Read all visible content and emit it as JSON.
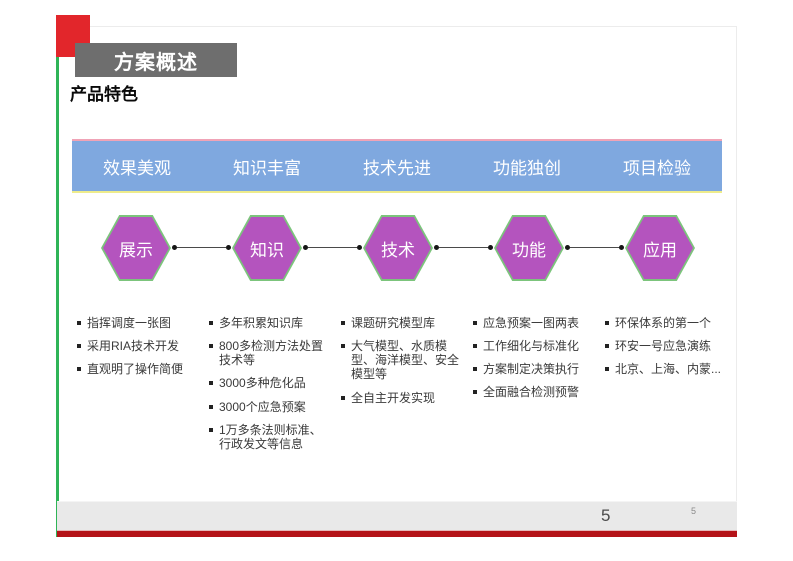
{
  "slide": {
    "title_box": "方案概述",
    "subtitle": "产品特色",
    "page_number": "5",
    "page_number_small": "5"
  },
  "columns": [
    {
      "header": "效果美观",
      "hex": "展示",
      "bullets": [
        "指挥调度一张图",
        "采用RIA技术开发",
        "直观明了操作简便"
      ]
    },
    {
      "header": "知识丰富",
      "hex": "知识",
      "bullets": [
        "多年积累知识库",
        "800多检测方法处置技术等",
        "3000多种危化品",
        "3000个应急预案",
        "1万多条法则标准、行政发文等信息"
      ]
    },
    {
      "header": "技术先进",
      "hex": "技术",
      "bullets": [
        "课题研究模型库",
        "大气模型、水质模型、海洋模型、安全模型等",
        "全自主开发实现"
      ]
    },
    {
      "header": "功能独创",
      "hex": "功能",
      "bullets": [
        "应急预案一图两表",
        "工作细化与标准化",
        "方案制定决策执行",
        "全面融合检测预警"
      ]
    },
    {
      "header": "项目检验",
      "hex": "应用",
      "bullets": [
        "环保体系的第一个",
        "环安一号应急演练",
        "北京、上海、内蒙..."
      ]
    }
  ],
  "colors": {
    "accent_green": "#2fb457",
    "accent_red_square": "#e2262b",
    "title_box_gray": "#6e6e6e",
    "header_bar_blue": "#7fa8df",
    "header_bar_top_pink": "#f0a3b6",
    "header_bar_bottom_yellow": "#eeec8c",
    "hexagon_purple": "#b454be",
    "hexagon_border_green": "#7cc47c",
    "bottom_bar_red": "#b41318",
    "footer_strip_gray": "#e9e9e9"
  }
}
